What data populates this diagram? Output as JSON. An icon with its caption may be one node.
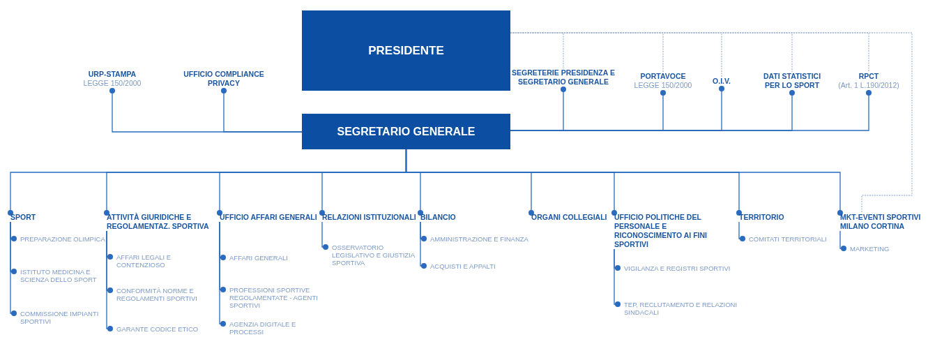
{
  "diagram": {
    "nodes": [
      {
        "text": [
          "PRESIDENTE"
        ]
      },
      {
        "text": [
          "SEGRETARIO GENERALE"
        ]
      },
      {
        "text": [
          "URP-STAMPA",
          "LEGGE 150/2000"
        ]
      },
      {
        "text": [
          "UFFICIO COMPLIANCE PRIVACY"
        ]
      },
      {
        "text": [
          "SEGRETERIE PRESIDENZA E SEGRETARIO GENERALE"
        ]
      },
      {
        "text": [
          "PORTAVOCE",
          "LEGGE 150/2000"
        ]
      },
      {
        "text": [
          "O.I.V."
        ]
      },
      {
        "text": [
          "DATI STATISTICI PER LO SPORT"
        ]
      },
      {
        "text": [
          "RPCT",
          "(Art. 1 L.190/2012)"
        ]
      },
      {
        "text": [
          "SPORT"
        ]
      },
      {
        "text": [
          "PREPARAZIONE OLIMPICA"
        ]
      },
      {
        "text": [
          "ISTITUTO MEDICINA E SCIENZA DELLO SPORT"
        ]
      },
      {
        "text": [
          "COMMISSIONE IMPIANTI SPORTIVI"
        ]
      },
      {
        "text": [
          "ATTIVITÀ GIURIDICHE E REGOLAMENTAZ. SPORTIVA"
        ]
      },
      {
        "text": [
          "AFFARI LEGALI E CONTENZIOSO"
        ]
      },
      {
        "text": [
          "CONFORMITÀ NORME E REGOLAMENTI SPORTIVI"
        ]
      },
      {
        "text": [
          "GARANTE CODICE ETICO"
        ]
      },
      {
        "text": [
          "UFFICIO AFFARI GENERALI"
        ]
      },
      {
        "text": [
          "AFFARI GENERALI"
        ]
      },
      {
        "text": [
          "PROFESSIONI SPORTIVE REGOLAMENTATE - AGENTI SPORTIVI"
        ]
      },
      {
        "text": [
          "AGENZIA DIGITALE E PROCESSI"
        ]
      },
      {
        "text": [
          "RELAZIONI ISTITUZIONALI"
        ]
      },
      {
        "text": [
          "OSSERVATORIO LEGISLATIVO E GIUSTIZIA SPORTIVA"
        ]
      },
      {
        "text": [
          "BILANCIO"
        ]
      },
      {
        "text": [
          "AMMINISTRAZIONE E FINANZA"
        ]
      },
      {
        "text": [
          "ACQUISTI E APPALTI"
        ]
      },
      {
        "text": [
          "ORGANI COLLEGIALI"
        ]
      },
      {
        "text": [
          "UFFICIO POLITICHE DEL PERSONALE E RICONOSCIMENTO AI FINI SPORTIVI"
        ]
      },
      {
        "text": [
          "VIGILANZA E REGISTRI SPORTIVI"
        ]
      },
      {
        "text": [
          "TEP, RECLUTAMENTO E RELAZIONI SINDACALI"
        ]
      },
      {
        "text": [
          "TERRITORIO"
        ]
      },
      {
        "text": [
          "COMITATI TERRITORIALI"
        ]
      },
      {
        "text": [
          "MKT-EVENTI SPORTIVI MILANO CORTINA"
        ]
      },
      {
        "text": [
          "MARKETING"
        ]
      }
    ],
    "edges": [
      {
        "from": 1,
        "to": 2,
        "arrow": "other"
      },
      {
        "from": 1,
        "to": 3,
        "arrow": "other"
      },
      {
        "from": 1,
        "to": 4,
        "arrow": "other"
      },
      {
        "from": 1,
        "to": 5,
        "arrow": "other"
      },
      {
        "from": 1,
        "to": 6,
        "arrow": "other"
      },
      {
        "from": 1,
        "to": 7,
        "arrow": "other"
      },
      {
        "from": 1,
        "to": 8,
        "arrow": "other"
      },
      {
        "from": 0,
        "to": 4,
        "arrow": "none",
        "style": "dashed",
        "color": "#a9bbd6"
      },
      {
        "from": 0,
        "to": 5,
        "arrow": "none",
        "style": "dashed",
        "color": "#a9bbd6"
      },
      {
        "from": 0,
        "to": 6,
        "arrow": "none",
        "style": "dashed",
        "color": "#a9bbd6"
      },
      {
        "from": 0,
        "to": 7,
        "arrow": "none",
        "style": "dashed",
        "color": "#a9bbd6"
      },
      {
        "from": 0,
        "to": 8,
        "arrow": "none",
        "style": "dashed",
        "color": "#a9bbd6"
      },
      {
        "from": 0,
        "to": 32,
        "arrow": "none",
        "style": "dashed",
        "color": "#a9bbd6"
      },
      {
        "from": 1,
        "to": 9,
        "arrow": "other"
      },
      {
        "from": 1,
        "to": 13,
        "arrow": "other"
      },
      {
        "from": 1,
        "to": 17,
        "arrow": "other"
      },
      {
        "from": 1,
        "to": 21,
        "arrow": "other"
      },
      {
        "from": 1,
        "to": 23,
        "arrow": "other"
      },
      {
        "from": 1,
        "to": 26,
        "arrow": "other"
      },
      {
        "from": 1,
        "to": 27,
        "arrow": "other"
      },
      {
        "from": 1,
        "to": 30,
        "arrow": "other"
      },
      {
        "from": 1,
        "to": 32,
        "arrow": "other"
      },
      {
        "from": 9,
        "to": 10,
        "arrow": "other"
      },
      {
        "from": 9,
        "to": 11,
        "arrow": "other"
      },
      {
        "from": 9,
        "to": 12,
        "arrow": "other"
      },
      {
        "from": 13,
        "to": 14,
        "arrow": "other"
      },
      {
        "from": 13,
        "to": 15,
        "arrow": "other"
      },
      {
        "from": 13,
        "to": 16,
        "arrow": "other"
      },
      {
        "from": 17,
        "to": 18,
        "arrow": "other"
      },
      {
        "from": 17,
        "to": 19,
        "arrow": "other"
      },
      {
        "from": 17,
        "to": 20,
        "arrow": "other"
      },
      {
        "from": 21,
        "to": 22,
        "arrow": "other"
      },
      {
        "from": 23,
        "to": 24,
        "arrow": "other"
      },
      {
        "from": 23,
        "to": 25,
        "arrow": "other"
      },
      {
        "from": 27,
        "to": 28,
        "arrow": "other"
      },
      {
        "from": 27,
        "to": 29,
        "arrow": "other"
      },
      {
        "from": 30,
        "to": 31,
        "arrow": "other"
      },
      {
        "from": 32,
        "to": 33,
        "arrow": "other"
      }
    ]
  }
}
